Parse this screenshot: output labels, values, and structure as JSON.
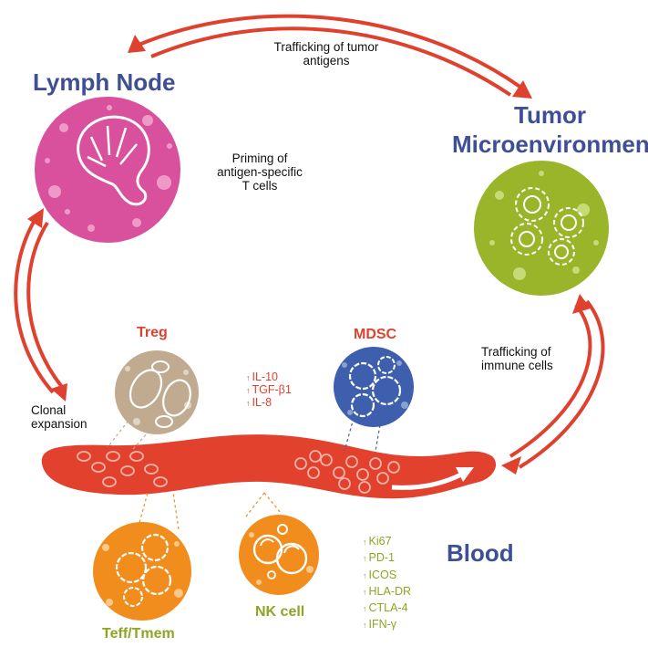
{
  "titles": {
    "lymph_node": "Lymph Node",
    "tumor": "Tumor",
    "microenvironment": "Microenvironment",
    "blood": "Blood"
  },
  "captions": {
    "trafficking_antigens": [
      "Trafficking of tumor",
      "antigens"
    ],
    "priming": [
      "Priming of",
      "antigen-specific",
      "T cells"
    ],
    "trafficking_immune": [
      "Trafficking of",
      "immune cells"
    ],
    "clonal": [
      "Clonal",
      "expansion"
    ]
  },
  "cells": {
    "treg": "Treg",
    "mdsc": "MDSC",
    "teff": "Teff/Tmem",
    "nk": "NK cell"
  },
  "markers": {
    "arrow": "↑",
    "treg": [
      "IL-10",
      "TGF-β1",
      "IL-8"
    ],
    "blood": [
      "Ki67",
      "PD-1",
      "ICOS",
      "HLA-DR",
      "CTLA-4",
      "IFN-γ"
    ]
  },
  "colors": {
    "arrow_red": "#e0412f",
    "vessel_red": "#e2412e",
    "lymph_pink": "#d9519d",
    "tumor_green": "#9bb52a",
    "treg_tan": "#c1ab90",
    "mdsc_blue": "#3e5fae",
    "orange": "#f08d1c",
    "title_blue": "#3f4f96",
    "label_green": "#8da523"
  }
}
